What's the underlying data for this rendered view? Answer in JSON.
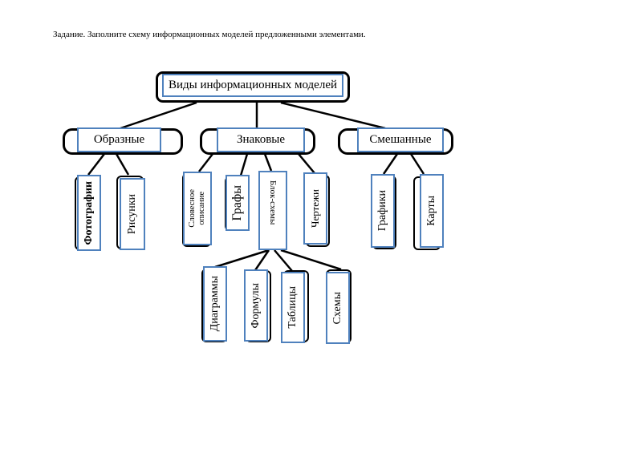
{
  "task": "Задание. Заполните схему информационных моделей предложенными элементами.",
  "colors": {
    "box_border": "#4f81bd",
    "frame_border": "#000000"
  },
  "root": {
    "label": "Виды информационных моделей"
  },
  "categories": [
    {
      "label": "Образные",
      "children": [
        "Фотографии",
        "Рисунки"
      ]
    },
    {
      "label": "Знаковые",
      "children": [
        "Словесное описание",
        "Графы",
        "Блок-схемы",
        "Чертежи"
      ]
    },
    {
      "label": "Смешанные",
      "children": [
        "Графики",
        "Карты"
      ]
    }
  ],
  "leaf": {
    "photos": "Фотографии",
    "drawings": "Рисунки",
    "verbal_line1": "Словесное",
    "verbal_line2": "описание",
    "graphs": "Графы",
    "flowcharts": "Блок-схемы",
    "blueprints": "Чертежи",
    "charts": "Графики",
    "maps": "Карты",
    "diagrams": "Диаграммы",
    "formulas": "Формулы",
    "tables": "Таблицы",
    "schemes": "Схемы"
  }
}
